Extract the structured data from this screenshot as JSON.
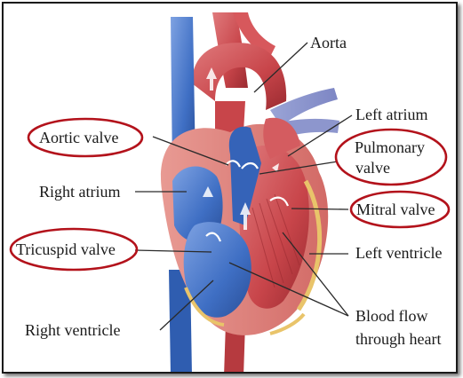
{
  "labels": {
    "aorta": "Aorta",
    "left_atrium": "Left atrium",
    "aortic_valve": "Aortic valve",
    "pulmonary_valve_line1": "Pulmonary",
    "pulmonary_valve_line2": "valve",
    "right_atrium": "Right atrium",
    "mitral_valve": "Mitral valve",
    "tricuspid_valve": "Tricuspid valve",
    "left_ventricle": "Left ventricle",
    "right_ventricle": "Right ventricle",
    "blood_flow_line1": "Blood flow",
    "blood_flow_line2": "through heart"
  },
  "colors": {
    "oxygenated_red": "#c8454a",
    "deoxygenated_blue": "#3f6fc4",
    "highlight_ring": "#b3121b",
    "fat_yellow": "#e9c46a"
  },
  "highlighted_labels": [
    "Aortic valve",
    "Pulmonary valve",
    "Mitral valve",
    "Tricuspid valve"
  ]
}
